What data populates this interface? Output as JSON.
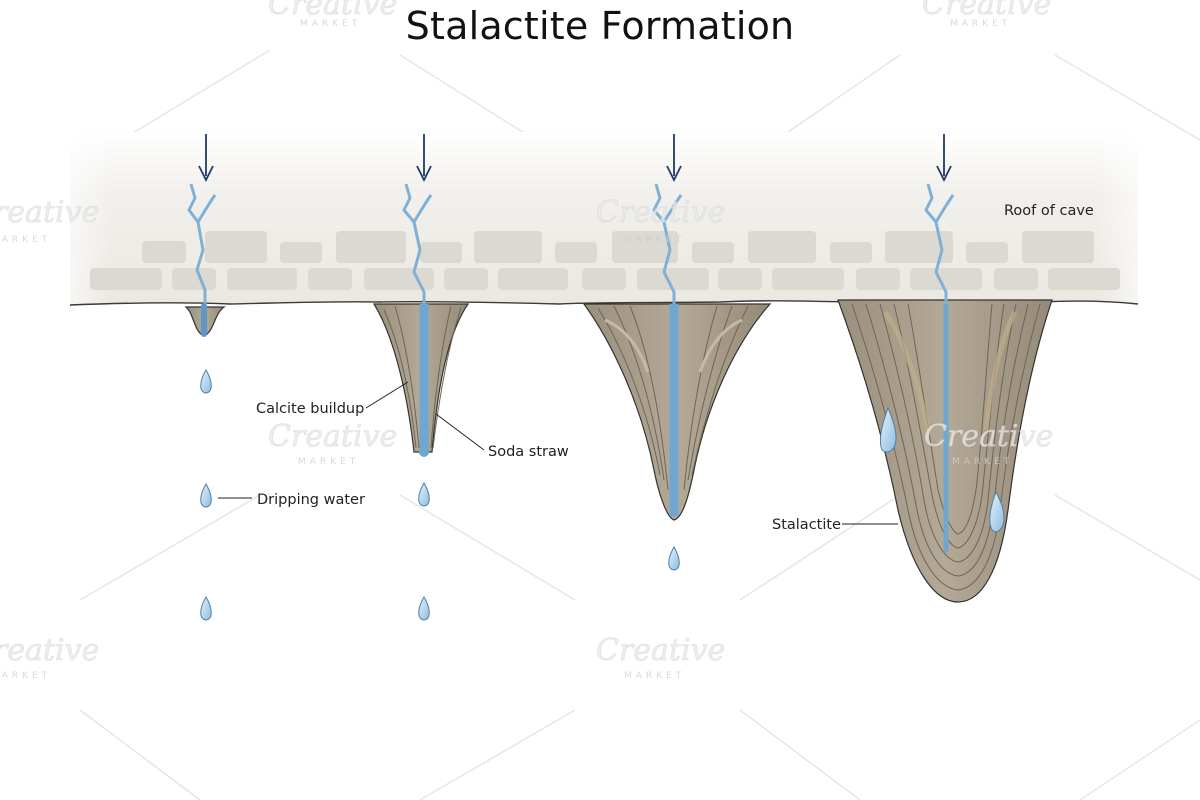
{
  "title": "Stalactite Formation",
  "labels": {
    "roof": "Roof of cave",
    "calcite": "Calcite buildup",
    "straw": "Soda straw",
    "dripping": "Dripping water",
    "stalactite": "Stalactite"
  },
  "watermark": {
    "main": "Creative",
    "sub": "MARKET"
  },
  "stages": [
    {
      "name": "stage-1-drip-start"
    },
    {
      "name": "stage-2-soda-straw"
    },
    {
      "name": "stage-3-growing-stalactite"
    },
    {
      "name": "stage-4-mature-stalactite"
    }
  ],
  "colors": {
    "rock": "#f1efe9",
    "brick": "#dbd7d1",
    "calcite": "#a69a89",
    "calcite_dark": "#8b7f6e",
    "calcite_band": "#c0b6a5",
    "water": "#7fb1d6",
    "water_outline": "#5a90bb",
    "arrow": "#1f3a68",
    "outline": "#333333"
  },
  "icons": [
    "down-arrow-icon",
    "water-drop-icon",
    "crack-icon"
  ]
}
